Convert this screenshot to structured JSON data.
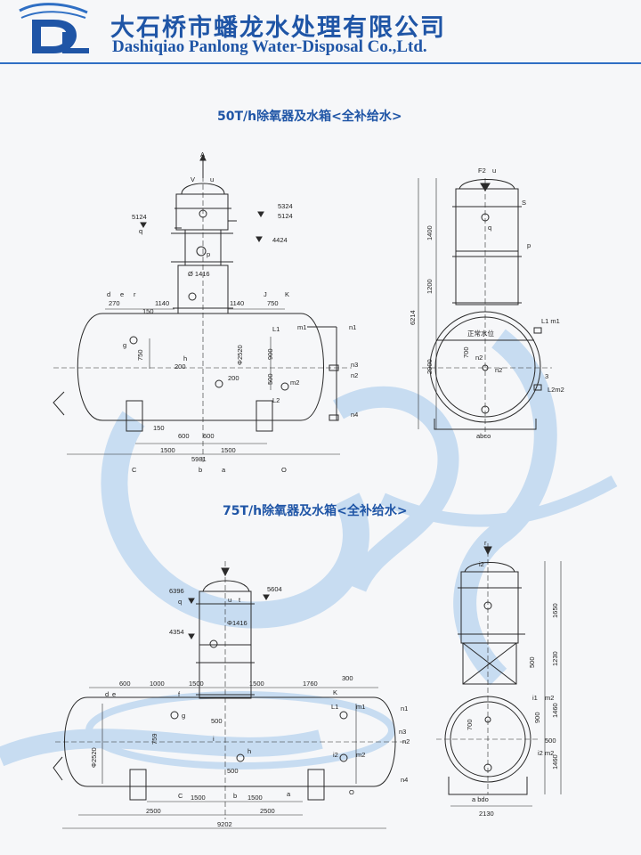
{
  "header": {
    "logo_text": "DL",
    "company_cn": "大石桥市蟠龙水处理有限公司",
    "company_en": "Dashiqiao Panlong Water-Disposal Co.,Ltd."
  },
  "colors": {
    "brand": "#1f55a6",
    "line": "#2a2a2a",
    "watermark": "#b8d4ef"
  },
  "section50": {
    "title": "50T/h除氧器及水箱<全补给水>",
    "front": {
      "A": "A",
      "V": "V",
      "u": "u",
      "l5324": "5324",
      "l5124r": "5124",
      "l5124l": "5124",
      "q": "q",
      "l4424": "4424",
      "p": "p",
      "d1416": "Ø 1416",
      "d": "d",
      "e": "e",
      "r": "r",
      "l270": "270",
      "l150": "150",
      "l1140a": "1140",
      "l1140b": "1140",
      "J": "J",
      "K": "K",
      "l750a": "750",
      "g": "g",
      "l750b": "750",
      "h": "h",
      "l200a": "200",
      "phi2520": "Φ2520",
      "L1": "L1",
      "m1": "m1",
      "n1": "n1",
      "l900": "900",
      "n3": "n3",
      "n2": "n2",
      "l200b": "200",
      "l500": "500",
      "m2": "m2",
      "L2": "L2",
      "n4": "n4",
      "l150b": "150",
      "l600a": "600",
      "l600b": "600",
      "l1500a": "1500",
      "l1500b": "1500",
      "l5981": "5981",
      "C": "C",
      "b": "b",
      "a": "a",
      "O": "O"
    },
    "side": {
      "F2": "F2",
      "u": "u",
      "S": "S",
      "q": "q",
      "p": "p",
      "l1400": "1400",
      "l1200": "1200",
      "l6214": "6214",
      "l2900": "2900",
      "L1m1": "L1 m1",
      "water": "正常水位",
      "l700": "700",
      "n2a": "n2",
      "n2b": "n2",
      "s3": "3",
      "L2m2": "L2m2",
      "abco": "abco"
    }
  },
  "section75": {
    "title": "75T/h除氧器及水箱<全补给水>",
    "front": {
      "l6396": "6396",
      "q": "q",
      "l5604": "5604",
      "u": "u",
      "t": "t",
      "d1416": "Φ1416",
      "l4354": "4354",
      "l600": "600",
      "l1000": "1000",
      "l1500a": "1500",
      "l1500b": "1500",
      "l1760": "1760",
      "l300": "300",
      "d": "d",
      "e": "e",
      "f": "f",
      "K": "K",
      "L1": "L1",
      "m1": "m1",
      "n1": "n1",
      "g": "g",
      "l500a": "500",
      "l759": "759",
      "i": "i",
      "n3": "n3",
      "n2": "n2",
      "phi2520": "Φ2520",
      "h": "h",
      "l500b": "500",
      "i2": "i2",
      "m2": "m2",
      "n4": "n4",
      "O": "O",
      "C": "C",
      "b": "b",
      "a": "a",
      "l1500c": "1500",
      "l1500d": "1500",
      "l2500a": "2500",
      "l2500b": "2500",
      "l9202": "9202"
    },
    "side": {
      "r": "r",
      "i2": "i2",
      "l1650": "1650",
      "l1230": "1230",
      "l500a": "500",
      "l1460a": "1460",
      "l1460b": "1460",
      "l500b": "500",
      "i1": "i1",
      "m2": "m2",
      "l900": "900",
      "l700": "700",
      "i2m2": "i2 m2",
      "abdo": "a  bdo",
      "l2130": "2130"
    }
  }
}
